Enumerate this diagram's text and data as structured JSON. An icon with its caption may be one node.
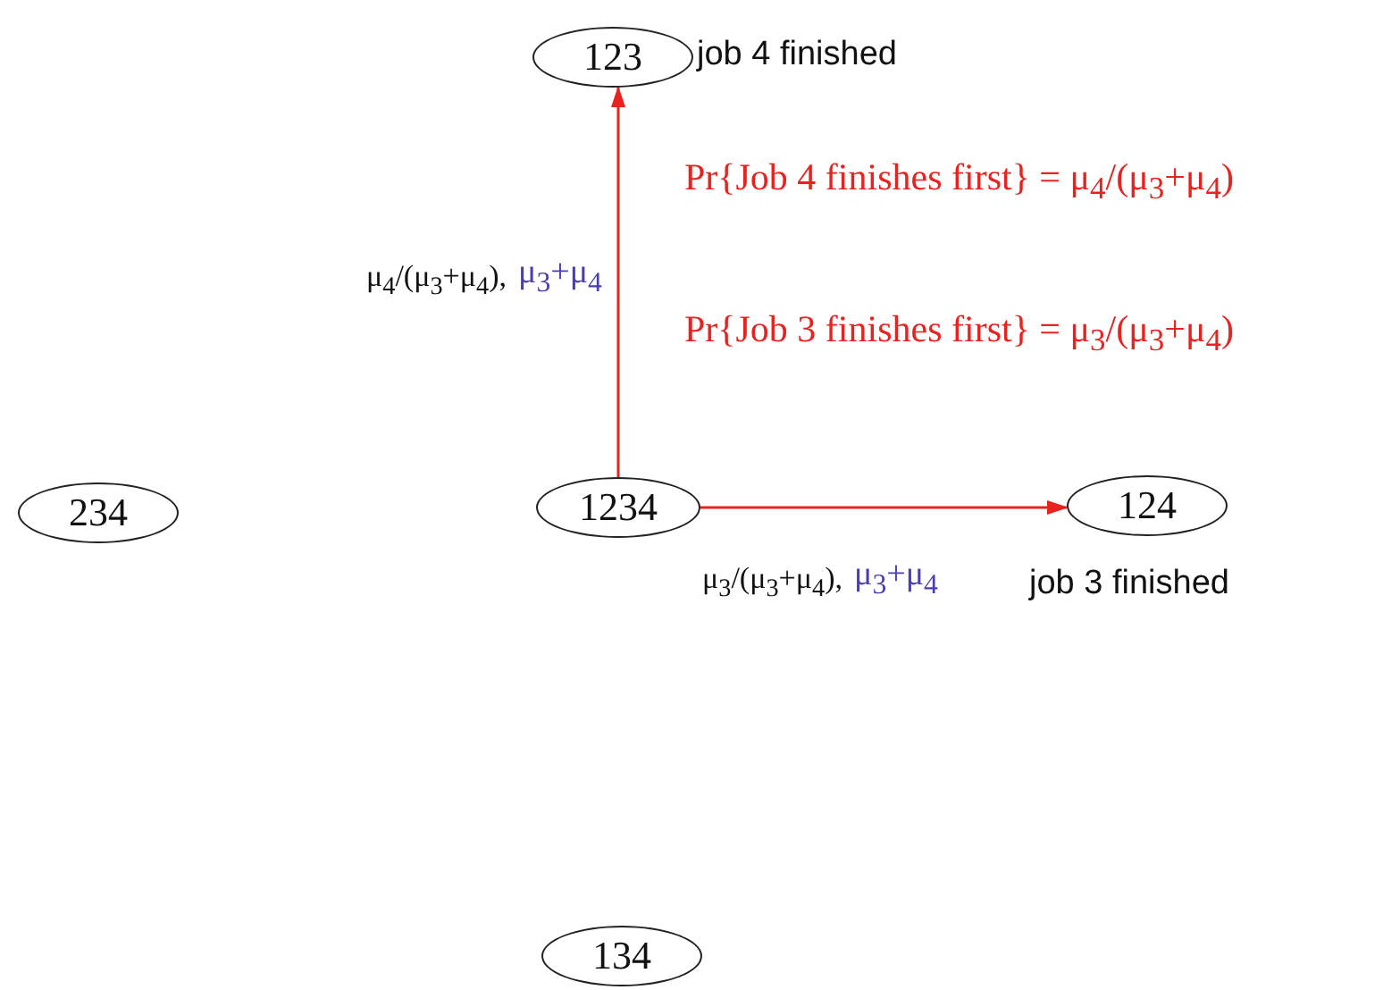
{
  "diagram": {
    "nodes": [
      {
        "text": [
          "123"
        ],
        "beside": [
          "job 4 finished"
        ]
      },
      {
        "text": [
          "234"
        ]
      },
      {
        "text": [
          "1234"
        ]
      },
      {
        "text": [
          "124"
        ],
        "beside": [
          "job 3 finished"
        ]
      },
      {
        "text": [
          "134"
        ]
      }
    ],
    "edges": [
      {
        "from": 2,
        "to": 0,
        "arrow": "to",
        "label": "μ$_{3}$+μ$_{4}$"
      },
      {
        "from": 2,
        "to": 3,
        "arrow": "to",
        "label": "μ$_{3}$+μ$_{4}$"
      }
    ],
    "labels": [
      "Pr{Job 4 finishes first} = μ$_{4}$/(μ$_{3}$+μ$_{4}$)",
      "μ$_{4}$/(μ$_{3}$+μ$_{4}$),",
      "Pr{Job 3 finishes first} = μ$_{3}$/(μ$_{3}$+μ$_{4}$)",
      "μ$_{3}$/(μ$_{3}$+μ$_{4}$),"
    ]
  }
}
